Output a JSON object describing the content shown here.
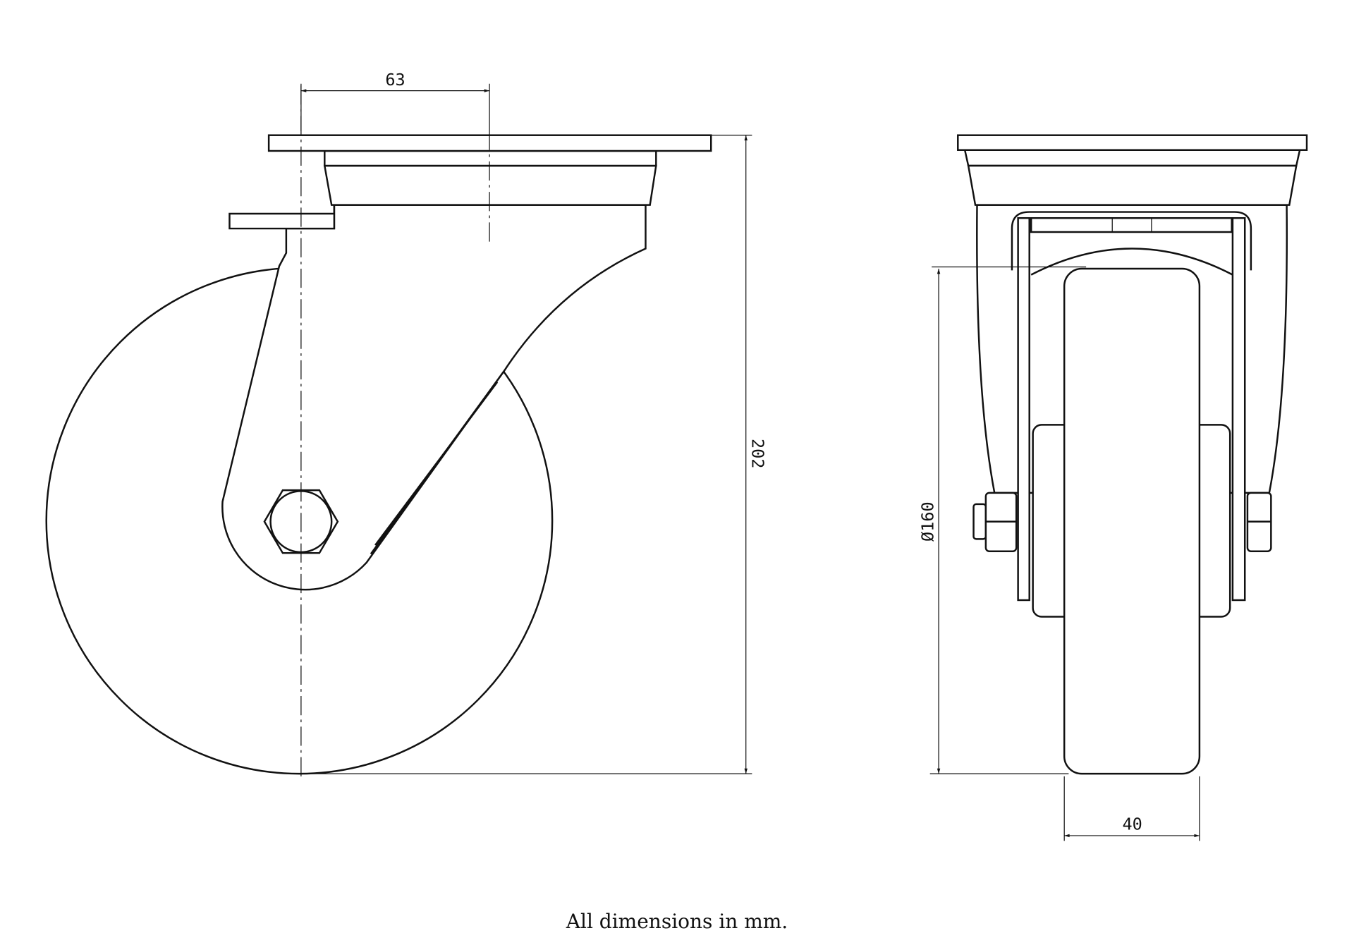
{
  "dimensions": {
    "offset": "63",
    "height": "202",
    "wheel_diameter": "Ø160",
    "wheel_width": "40"
  },
  "caption": "All dimensions in mm.",
  "colors": {
    "line": "#111111",
    "background": "#ffffff"
  }
}
